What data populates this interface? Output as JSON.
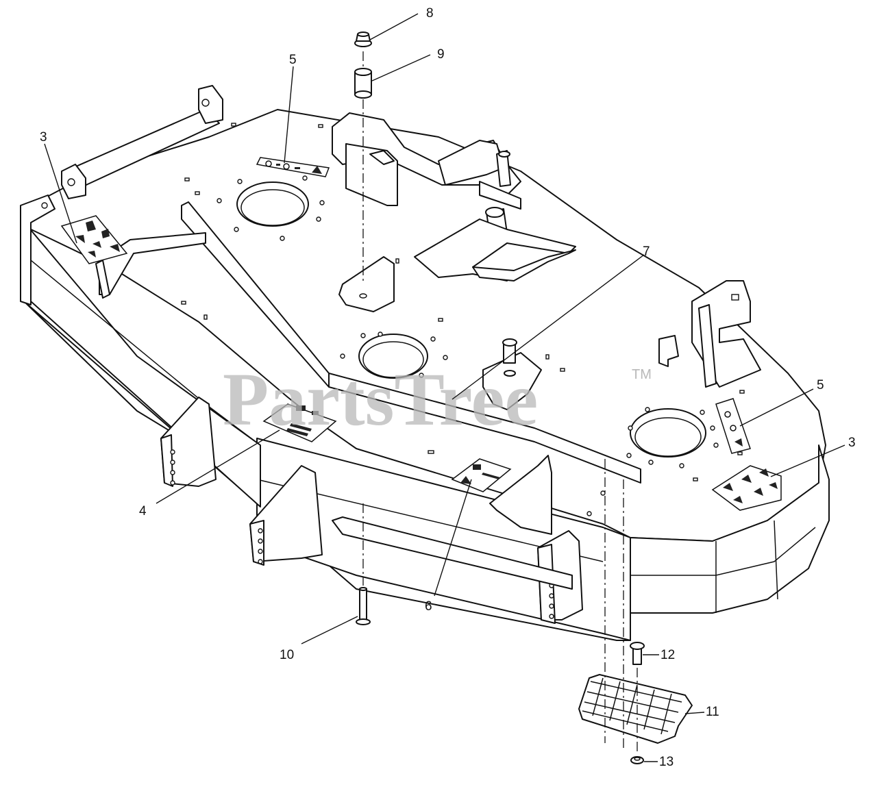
{
  "diagram": {
    "watermark": {
      "text": "PartsTree",
      "trademark": "TM",
      "color": "#b9b9b9"
    },
    "callouts": [
      {
        "id": "c8a",
        "label": "8"
      },
      {
        "id": "c9a",
        "label": "9"
      },
      {
        "id": "c5a",
        "label": "5"
      },
      {
        "id": "c3a",
        "label": "3"
      },
      {
        "id": "c7a",
        "label": "7"
      },
      {
        "id": "c5b",
        "label": "5"
      },
      {
        "id": "c3b",
        "label": "3"
      },
      {
        "id": "c4a",
        "label": "4"
      },
      {
        "id": "c6a",
        "label": "6"
      },
      {
        "id": "c10a",
        "label": "10"
      },
      {
        "id": "c12a",
        "label": "12"
      },
      {
        "id": "c11a",
        "label": "11"
      },
      {
        "id": "c13a",
        "label": "13"
      }
    ],
    "colors": {
      "line": "#111111",
      "background": "#ffffff"
    }
  }
}
